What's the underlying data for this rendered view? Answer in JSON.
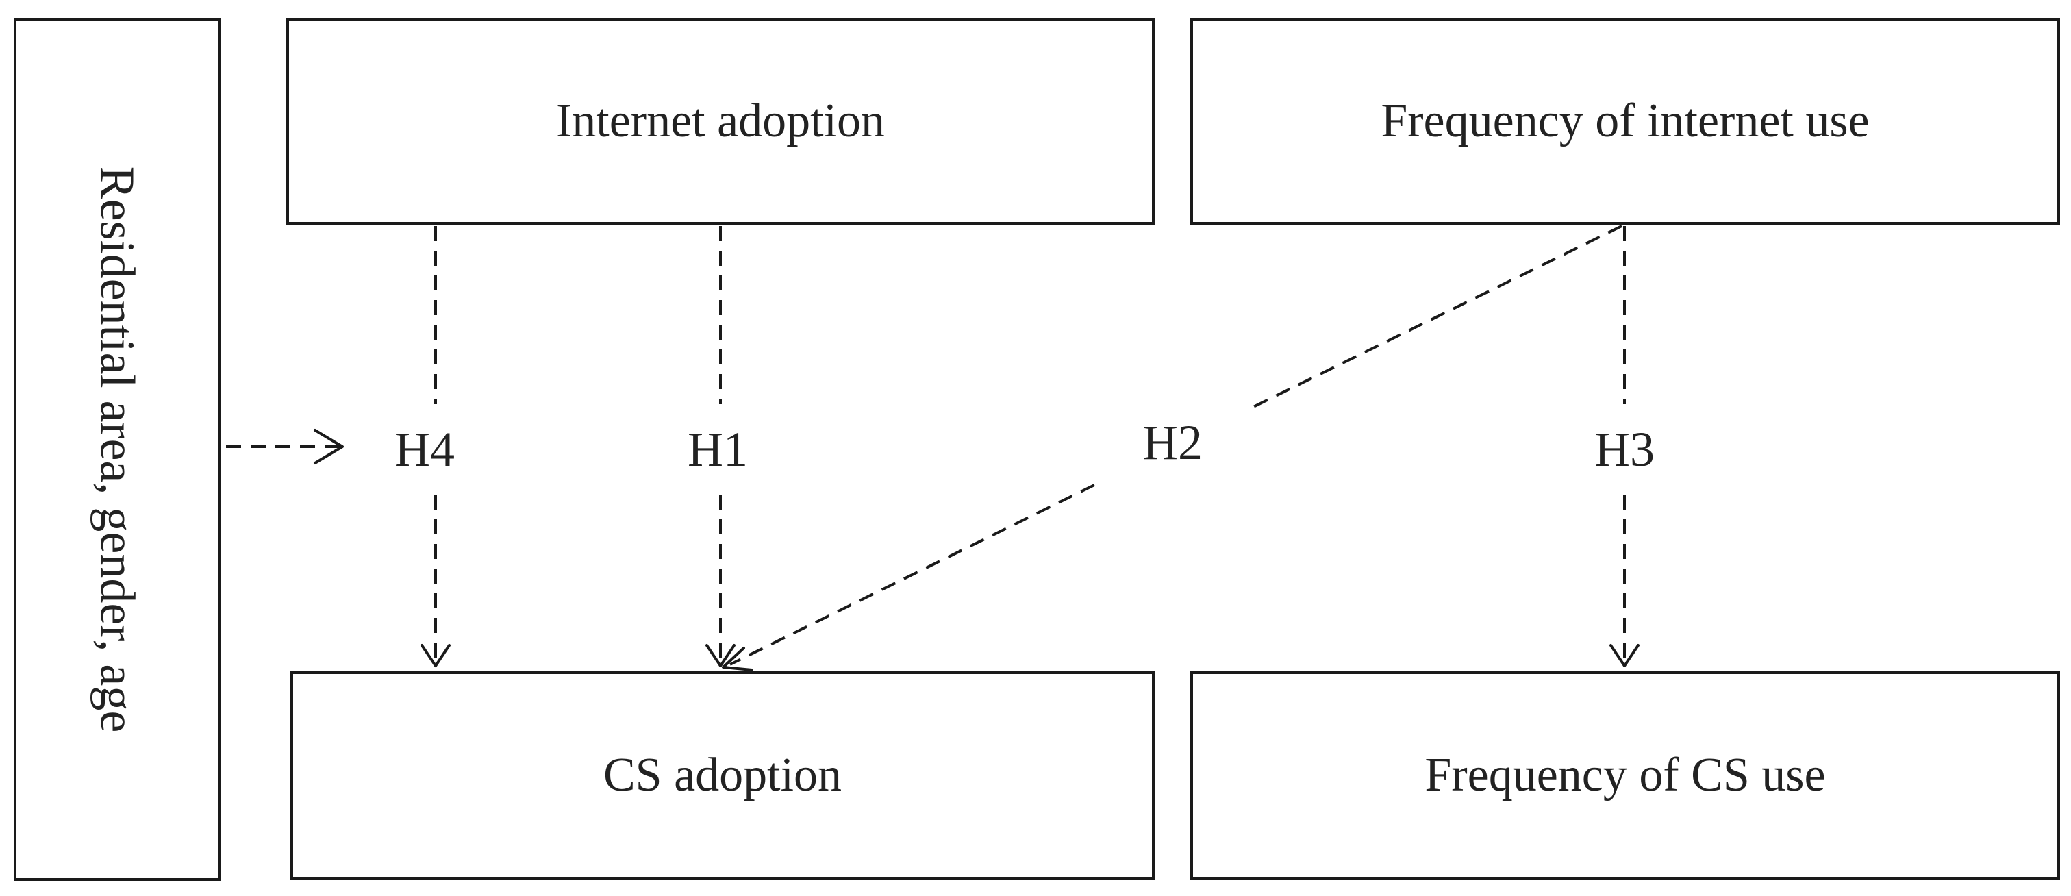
{
  "diagram": {
    "side_box": {
      "label": "Residential area, gender, age"
    },
    "boxes": {
      "internet_adoption": "Internet adoption",
      "frequency_internet_use": "Frequency of internet use",
      "cs_adoption": "CS adoption",
      "frequency_cs_use": "Frequency of CS use"
    },
    "hypotheses": {
      "h1": "H1",
      "h2": "H2",
      "h3": "H3",
      "h4": "H4"
    },
    "edges": [
      {
        "from": "internet_adoption",
        "to": "cs_adoption",
        "label": "H1",
        "style": "dashed"
      },
      {
        "from": "frequency_internet_use",
        "to": "cs_adoption",
        "label": "H2",
        "style": "dashed"
      },
      {
        "from": "frequency_internet_use",
        "to": "frequency_cs_use",
        "label": "H3",
        "style": "dashed"
      },
      {
        "from": "internet_adoption",
        "to": "cs_adoption",
        "label": "H4",
        "style": "dashed"
      },
      {
        "from": "residential_area_gender_age",
        "to": "H4",
        "label": "",
        "style": "dashed"
      }
    ],
    "colors": {
      "stroke": "#1a1a1a",
      "text": "#222222",
      "background": "#ffffff"
    }
  }
}
